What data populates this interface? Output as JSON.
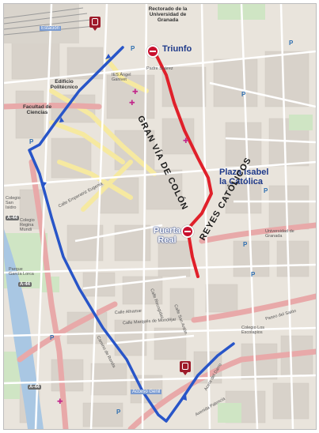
{
  "map": {
    "poi_rectorado": "Rectorado de la Universidad de Granada",
    "poi_triunfo": "Triunfo",
    "poi_plaza_isabel": "Plaza Isabel la Católica",
    "poi_puerta_real": "Puerta Real",
    "poi_facultad": "Facultad de Ciencias",
    "poi_politecnico": "Edificio Politécnico",
    "road_gran_via": "GRAN VÍA DE COLÓN",
    "road_reyes": "REYES CATÓLICOS",
    "road_a44": "A-44",
    "street_labels": {
      "estacion": "Estación",
      "padre_suarez": "Padre Suárez",
      "ies_angel_ganivet": "IES Ángel Ganivet",
      "calle_alhamar": "Calle Alhamar",
      "calle_marques": "Calle Marqués de Mondéjar",
      "paseo_salon": "Paseo del Salón",
      "colegio_los_escolapios": "Colegio Los Escolapios",
      "parque_garcia_lorca": "Parque García Lorca",
      "camino_ronda": "Camino de Ronda",
      "avenida_palencia": "Avenida Palencia",
      "acera_darro": "Acera del Darro",
      "calle_recogidas": "Calle Recogidas",
      "calle_san_anton": "Calle San Antón",
      "universidad_granada": "Universidad de Granada",
      "colegio_san_isidro": "Colegio San Isidro",
      "colegio_regina_mundi": "Colegio Regina Mundi",
      "calle_emperatriz": "Calle Emperatriz Eugenia",
      "acceso_genil": "Acceso Genil"
    },
    "colors": {
      "red_route": "#e0202a",
      "blue_route": "#2855c8",
      "primary_road": "#e8a9a9",
      "secondary_road": "#f6e9a0",
      "park": "#cfe5c4",
      "water": "#a9c7e3"
    }
  }
}
